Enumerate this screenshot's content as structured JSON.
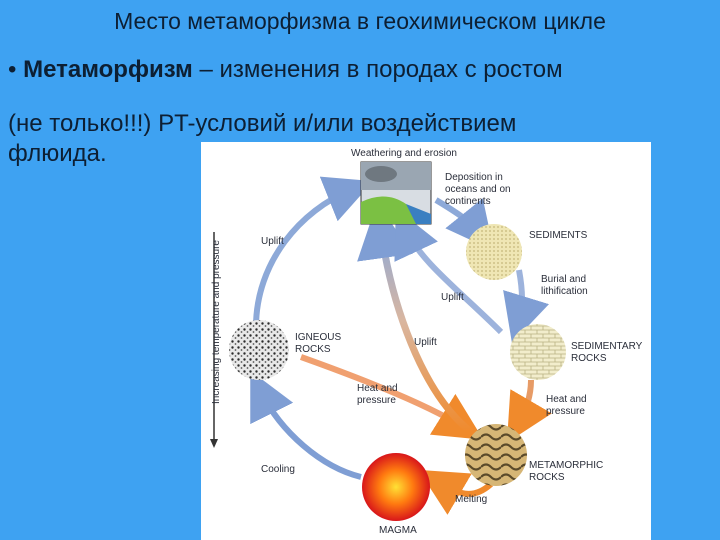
{
  "slide": {
    "title": "Место метаморфизма в геохимическом цикле",
    "bullet_char": "•",
    "bullet_bold": "Метаморфизм",
    "bullet_rest": " – изменения в породах с ростом",
    "line2": "(не только!!!) PT-условий и/или воздействием",
    "line3": "флюида."
  },
  "diagram": {
    "weathering": "Weathering and erosion",
    "deposition": [
      "Deposition in",
      "oceans and on",
      "continents"
    ],
    "sediments": "SEDIMENTS",
    "burial": [
      "Burial and",
      "lithification"
    ],
    "sedimentary": [
      "SEDIMENTARY",
      "ROCKS"
    ],
    "heat_right": [
      "Heat and",
      "pressure"
    ],
    "metamorphic": [
      "METAMORPHIC",
      "ROCKS"
    ],
    "melting": "Melting",
    "magma": "MAGMA",
    "cooling": "Cooling",
    "igneous": [
      "IGNEOUS",
      "ROCKS"
    ],
    "heat_center": [
      "Heat and",
      "pressure"
    ],
    "uplift_left": "Uplift",
    "uplift_mid": "Uplift",
    "uplift_inner": "Uplift",
    "axis_label": "Increasing temperature and pressure"
  }
}
